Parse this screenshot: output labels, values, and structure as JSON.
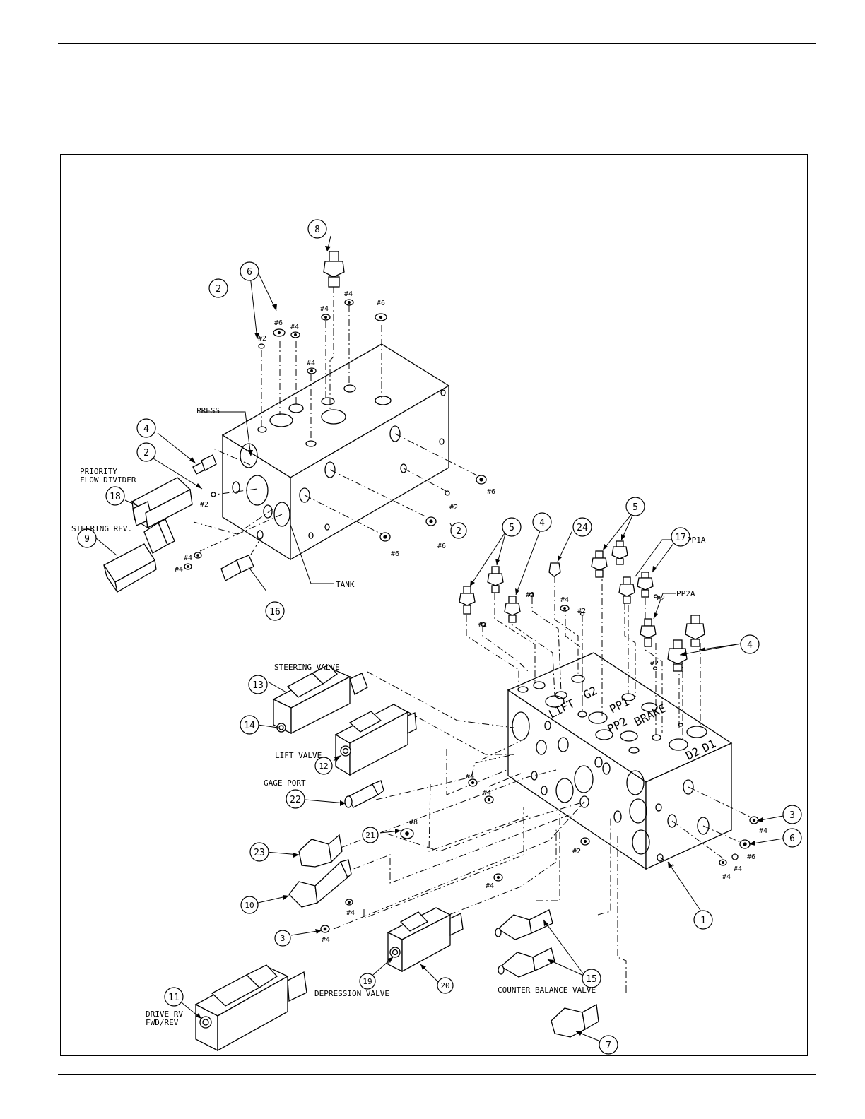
{
  "page": {
    "header_rule": "top-rule",
    "footer_rule": "bottom-rule"
  },
  "diagram": {
    "callouts": [
      "1",
      "2",
      "2",
      "2",
      "3",
      "3",
      "4",
      "4",
      "4",
      "5",
      "5",
      "6",
      "6",
      "7",
      "8",
      "9",
      "10",
      "11",
      "12",
      "13",
      "14",
      "15",
      "16",
      "17",
      "18",
      "19",
      "20",
      "21",
      "22",
      "23",
      "24"
    ],
    "labels": {
      "press": "PRESS",
      "tank": "TANK",
      "priority_1": "PRIORITY",
      "priority_2": "FLOW DIVIDER",
      "steering_rev": "STEERING REV.",
      "steering_valve": "STEERING VALVE",
      "lift_valve": "LIFT VALVE",
      "gage_port": "GAGE PORT",
      "depression_valve": "DEPRESSION VALVE",
      "counter_balance": "COUNTER BALANCE VALVE",
      "drive_rv_1": "DRIVE RV",
      "drive_rv_2": "FWD/REV",
      "pp1a": "PP1A",
      "pp2a": "PP2A"
    },
    "block_markings": {
      "lift": "LIFT",
      "g2": "G2",
      "pp1": "PP1",
      "pp2": "PP2",
      "brake": "BRAKE",
      "d2": "D2",
      "d1": "D1"
    },
    "plug_sizes": {
      "p2": "#2",
      "p4": "#4",
      "p6": "#6",
      "p8": "#8"
    }
  }
}
